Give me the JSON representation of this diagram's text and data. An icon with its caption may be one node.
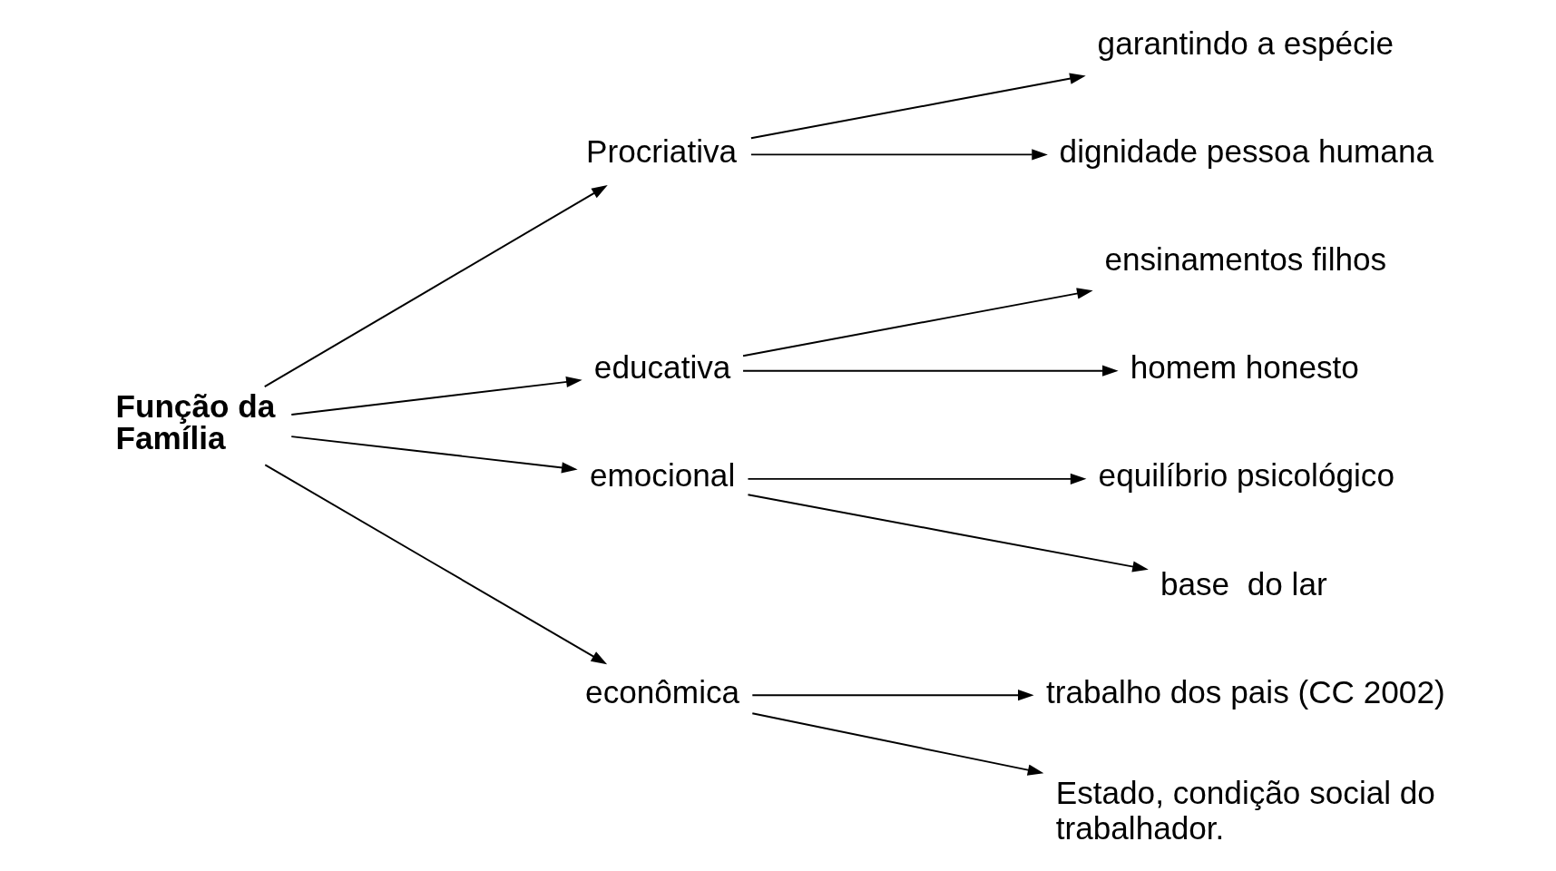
{
  "diagram": {
    "nodes": [
      {
        "text": [
          "Função da Família"
        ]
      },
      {
        "text": [
          "Procriativa"
        ]
      },
      {
        "text": [
          "educativa"
        ]
      },
      {
        "text": [
          "emocional"
        ]
      },
      {
        "text": [
          "econômica"
        ]
      },
      {
        "text": [
          "garantindo a espécie"
        ]
      },
      {
        "text": [
          "dignidade pessoa humana"
        ]
      },
      {
        "text": [
          "ensinamentos filhos"
        ]
      },
      {
        "text": [
          "homem honesto"
        ]
      },
      {
        "text": [
          "equilíbrio psicológico"
        ]
      },
      {
        "text": [
          "base  do lar"
        ]
      },
      {
        "text": [
          "trabalho dos pais (CC 2002)"
        ]
      },
      {
        "text": [
          "Estado, condição social do trabalhador."
        ]
      }
    ],
    "edges": [
      {
        "from": 0,
        "to": 1,
        "arrow": "to"
      },
      {
        "from": 0,
        "to": 2,
        "arrow": "to"
      },
      {
        "from": 0,
        "to": 3,
        "arrow": "to"
      },
      {
        "from": 0,
        "to": 4,
        "arrow": "to"
      },
      {
        "from": 1,
        "to": 5,
        "arrow": "to"
      },
      {
        "from": 1,
        "to": 6,
        "arrow": "to"
      },
      {
        "from": 2,
        "to": 7,
        "arrow": "to"
      },
      {
        "from": 2,
        "to": 8,
        "arrow": "to"
      },
      {
        "from": 3,
        "to": 9,
        "arrow": "to"
      },
      {
        "from": 3,
        "to": 10,
        "arrow": "to"
      },
      {
        "from": 4,
        "to": 11,
        "arrow": "to"
      },
      {
        "from": 4,
        "to": 12,
        "arrow": "to"
      }
    ]
  }
}
